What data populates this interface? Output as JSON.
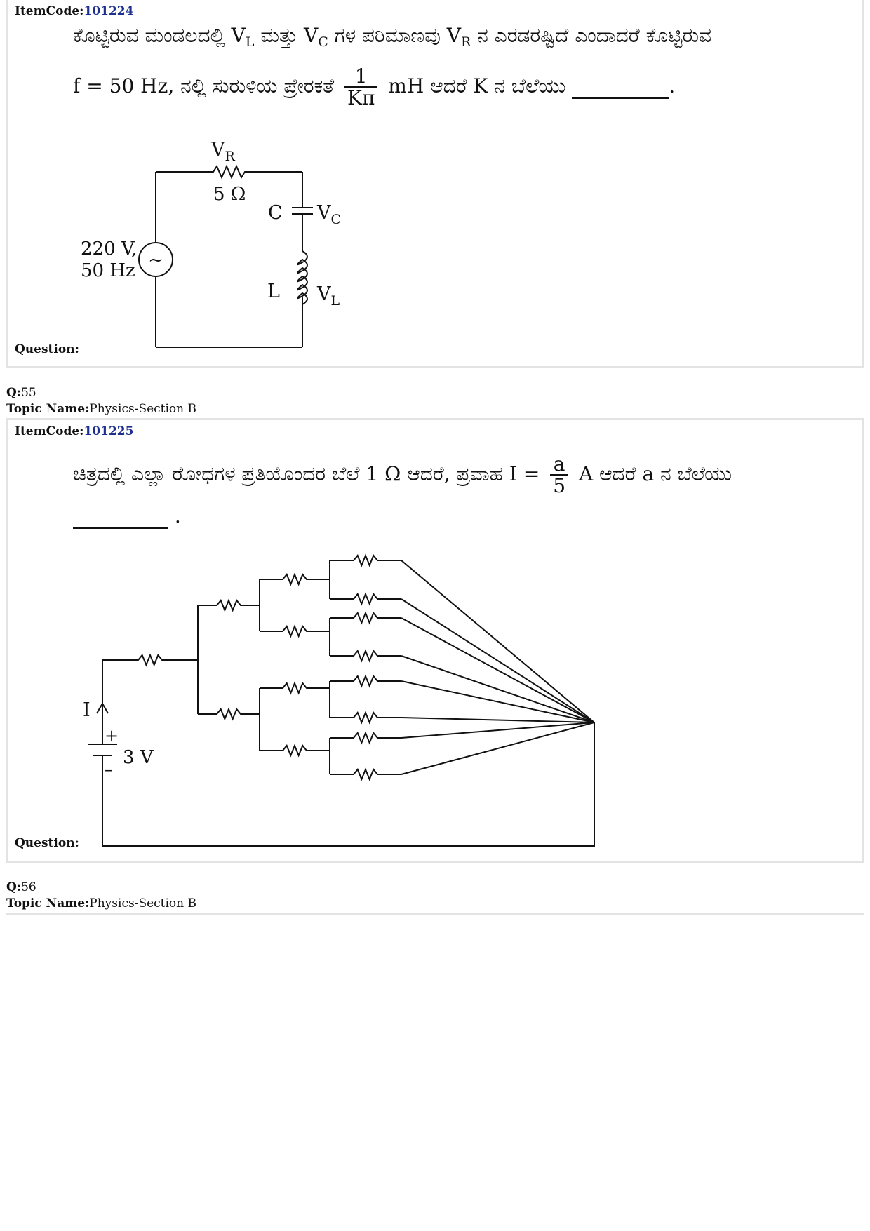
{
  "q54": {
    "item_code_label": "ItemCode:",
    "item_code": "101224",
    "line1": {
      "pre": "ಕೊಟ್ಟಿರುವ ಮಂಡಲದಲ್ಲಿ V",
      "sub1": "L",
      "mid1": " ಮತ್ತು V",
      "sub2": "C",
      "mid2": " ಗಳ ಪರಿಮಾಣವು V",
      "sub3": "R",
      "post": " ನ ಎರಡರಷ್ಟಿದೆ ಎಂದಾದರೆ ಕೊಟ್ಟಿರುವ"
    },
    "line2": {
      "pre": "f = 50 Hz, ನಲ್ಲಿ ಸುರುಳಿಯ ಪ್ರೇರಕತೆ",
      "frac_num": "1",
      "frac_den": "Kπ",
      "post": "mH ಆದರೆ K ನ ಬೆಲೆಯು",
      "end": "."
    },
    "circuit": {
      "vr": "V",
      "vr_sub": "R",
      "res": "5 Ω",
      "cap": "C",
      "vc": "V",
      "vc_sub": "C",
      "ind": "L",
      "vl": "V",
      "vl_sub": "L",
      "src1": "220 V,",
      "src2": "50 Hz",
      "src_sym": "~"
    },
    "question_label": "Question:"
  },
  "q55": {
    "q_label": "Q:",
    "q_num": "55",
    "topic_label": "Topic Name:",
    "topic": "Physics-Section B",
    "item_code_label": "ItemCode:",
    "item_code": "101225",
    "line1": {
      "pre": "ಚಿತ್ರದಲ್ಲಿ ಎಲ್ಲಾ ರೋಧಗಳ ಪ್ರತಿಯೊಂದರ ಬೆಲೆ 1 Ω ಆದರೆ, ಪ್ರವಾಹ I =",
      "frac_num": "a",
      "frac_den": "5",
      "post": "A ಆದರೆ a ನ ಬೆಲೆಯು"
    },
    "line2_end": ".",
    "circuit": {
      "current": "I",
      "plus": "+",
      "minus": "–",
      "volt": "3 V"
    },
    "question_label": "Question:"
  },
  "q56": {
    "q_label": "Q:",
    "q_num": "56",
    "topic_label": "Topic Name:",
    "topic": "Physics-Section B"
  }
}
